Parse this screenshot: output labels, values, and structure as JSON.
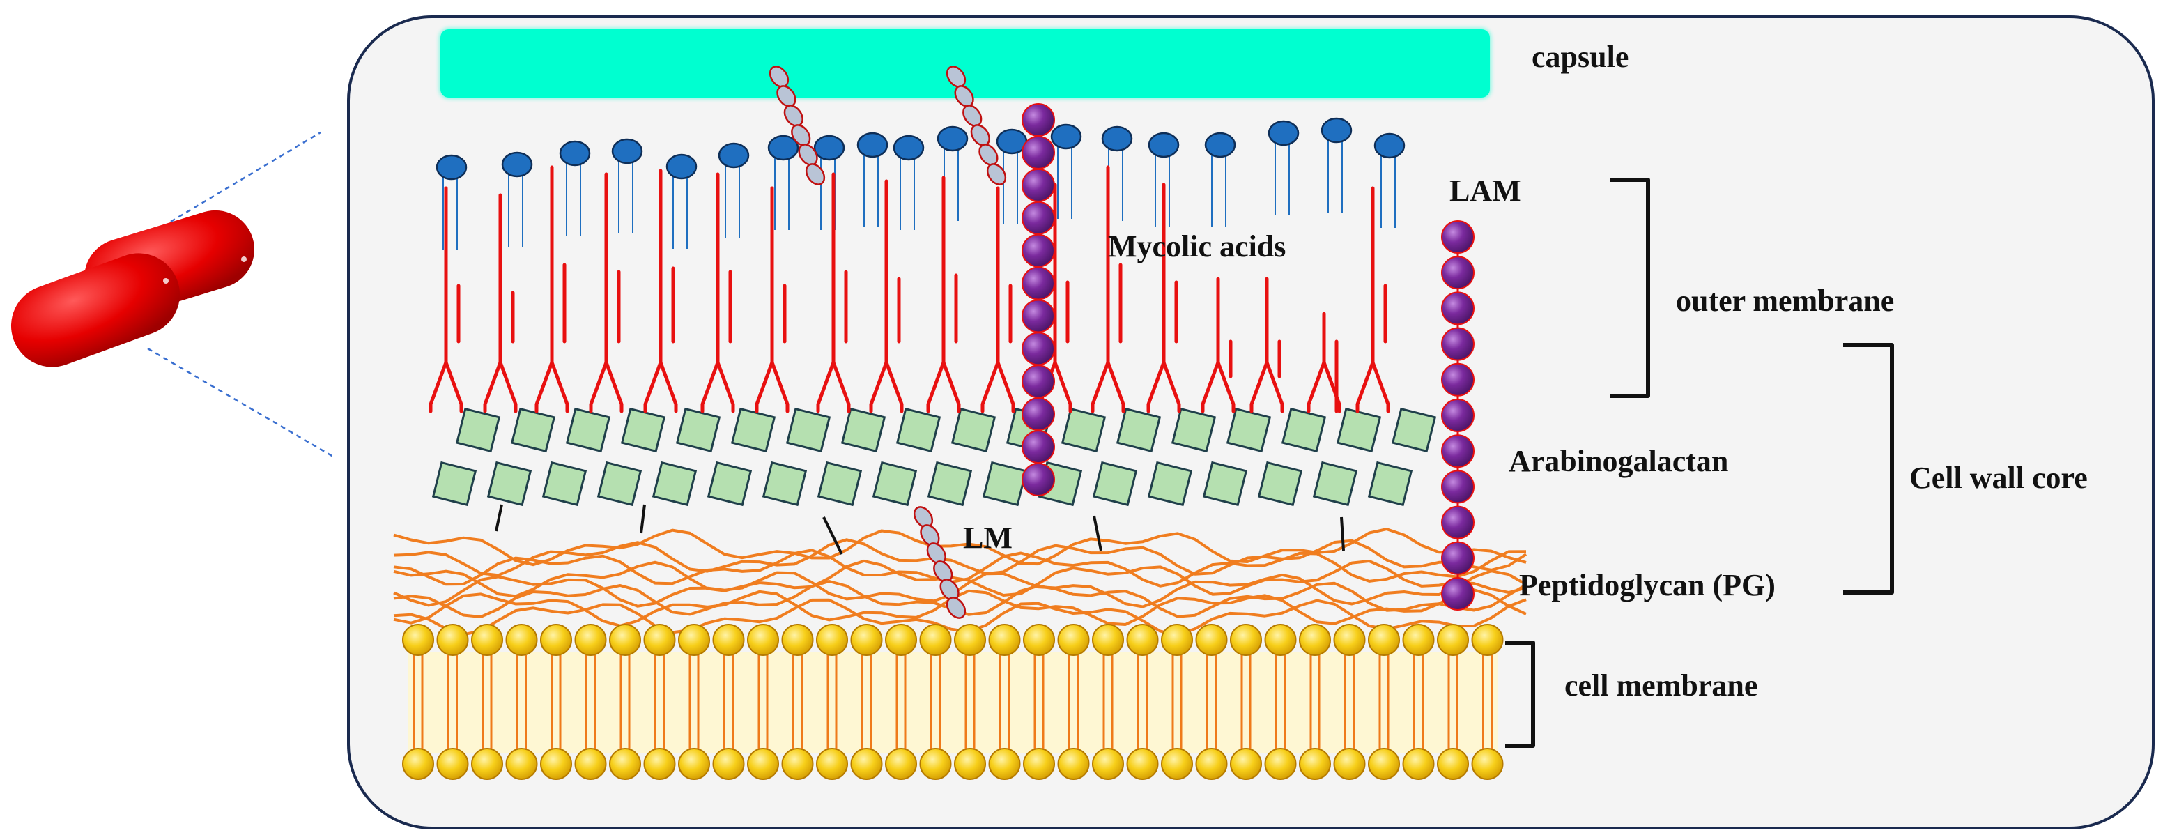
{
  "labels": {
    "capsule": "capsule",
    "lam": "LAM",
    "mycolic_acids": "Mycolic acids",
    "outer_membrane": "outer membrane",
    "arabinogalactan": "Arabinogalactan",
    "cell_wall_core": "Cell wall core",
    "lm": "LM",
    "peptidoglycan": "Peptidoglycan (PG)",
    "cell_membrane": "cell membrane"
  },
  "colors": {
    "panel_border": "#1a2a4f",
    "panel_fill": "#f4f4f4",
    "capsule": "#00ffd0",
    "mycolic_heads": "#1f6fc0",
    "mycolic_chains": "#e81010",
    "lam_beads": "#7b2a9e",
    "arabinogalactan": "#b5e0b0",
    "peptidoglycan": "#f07d1f",
    "membrane_heads": "#f7cf1a",
    "bacteria": "#e00000"
  }
}
